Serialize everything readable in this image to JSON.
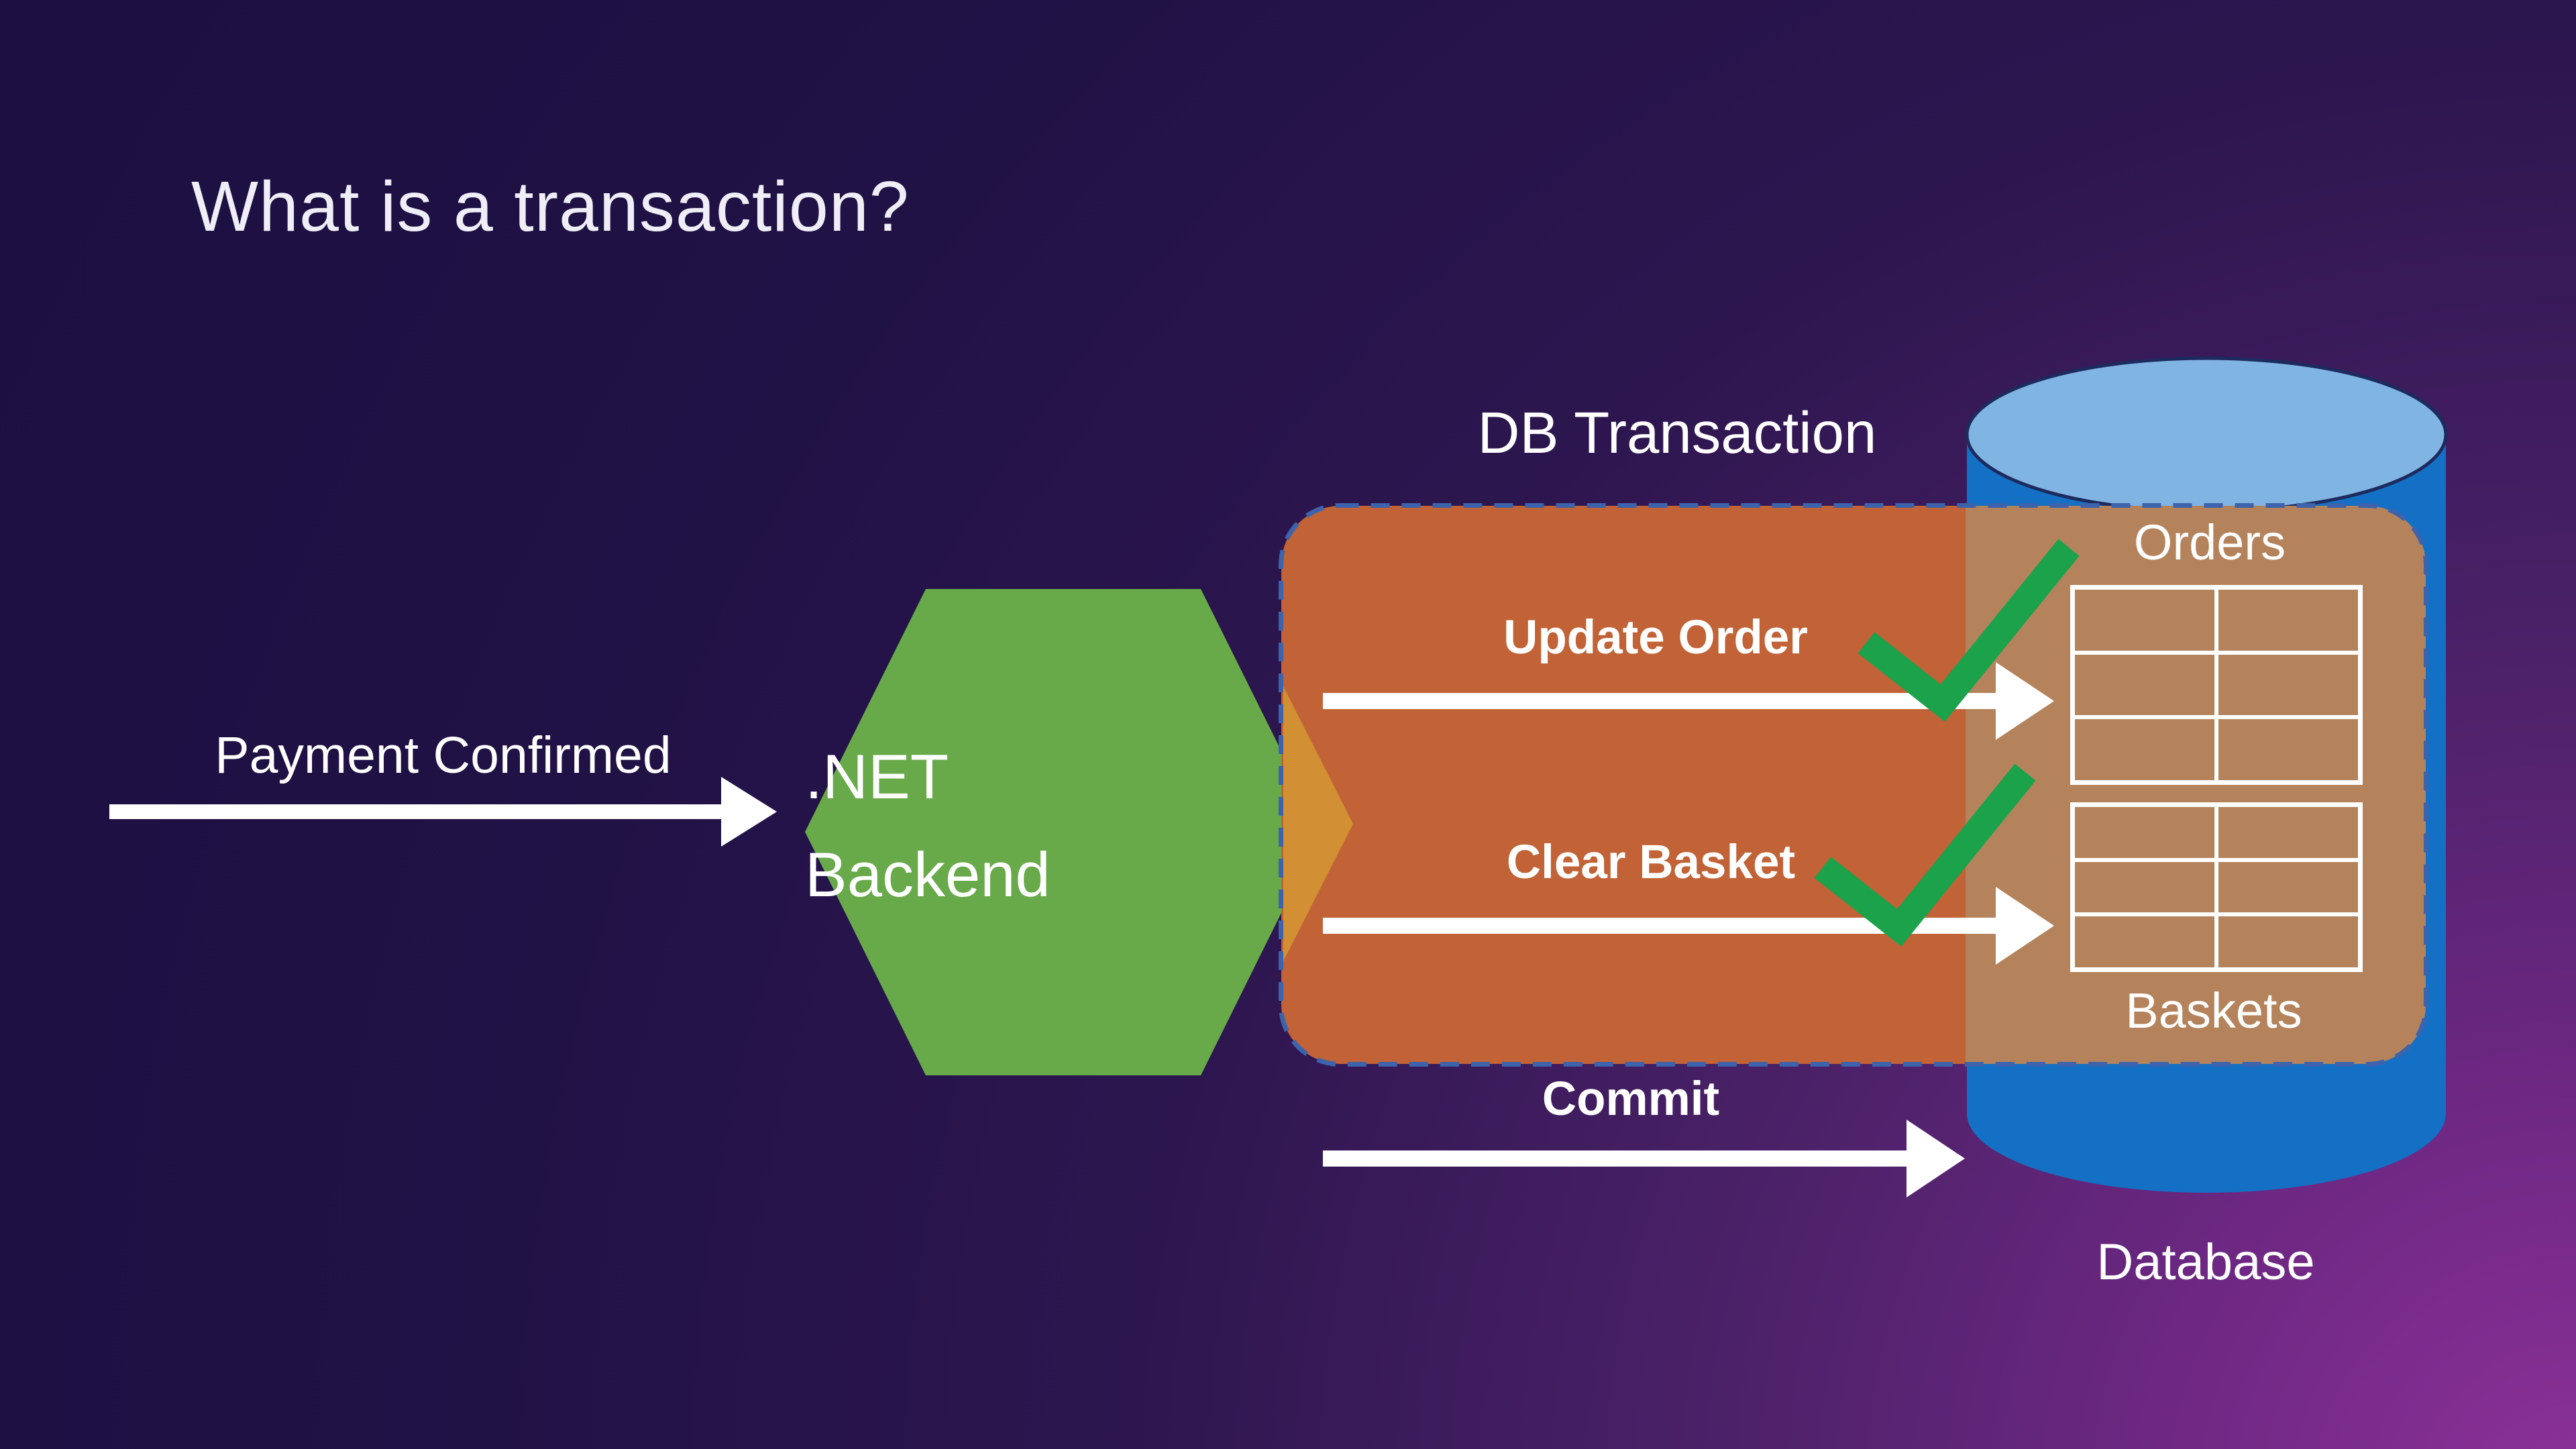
{
  "slide": {
    "title": "What is a transaction?"
  },
  "flow": {
    "input_label": "Payment Confirmed",
    "backend": {
      "line1": ".NET",
      "line2": "Backend"
    },
    "transaction_label": "DB Transaction",
    "operations": [
      {
        "label": "Update Order",
        "status": "success",
        "target_table": "Orders"
      },
      {
        "label": "Clear Basket",
        "status": "success",
        "target_table": "Baskets"
      }
    ],
    "commit_label": "Commit"
  },
  "database": {
    "label": "Database",
    "tables": [
      {
        "name": "Orders",
        "rows": 3,
        "cols": 2
      },
      {
        "name": "Baskets",
        "rows": 3,
        "cols": 2
      }
    ]
  },
  "icons": {
    "success_check": "checkmark",
    "flow_arrow": "right-arrow"
  },
  "colors": {
    "bg_dark": "#1c0f41",
    "bg_magenta": "#8d3199",
    "hexagon_green": "#68a94a",
    "box_orange": "#c16237",
    "box_overlap_tan": "#b4835c",
    "chevron_orange": "#d28f33",
    "cylinder_blue": "#1470c4",
    "cylinder_top_blue": "#80b4e2",
    "cylinder_outline": "#1d2a5e",
    "dash_border_blue": "#3c63ac",
    "check_green": "#1ba24a",
    "text_white": "#ffffff"
  }
}
